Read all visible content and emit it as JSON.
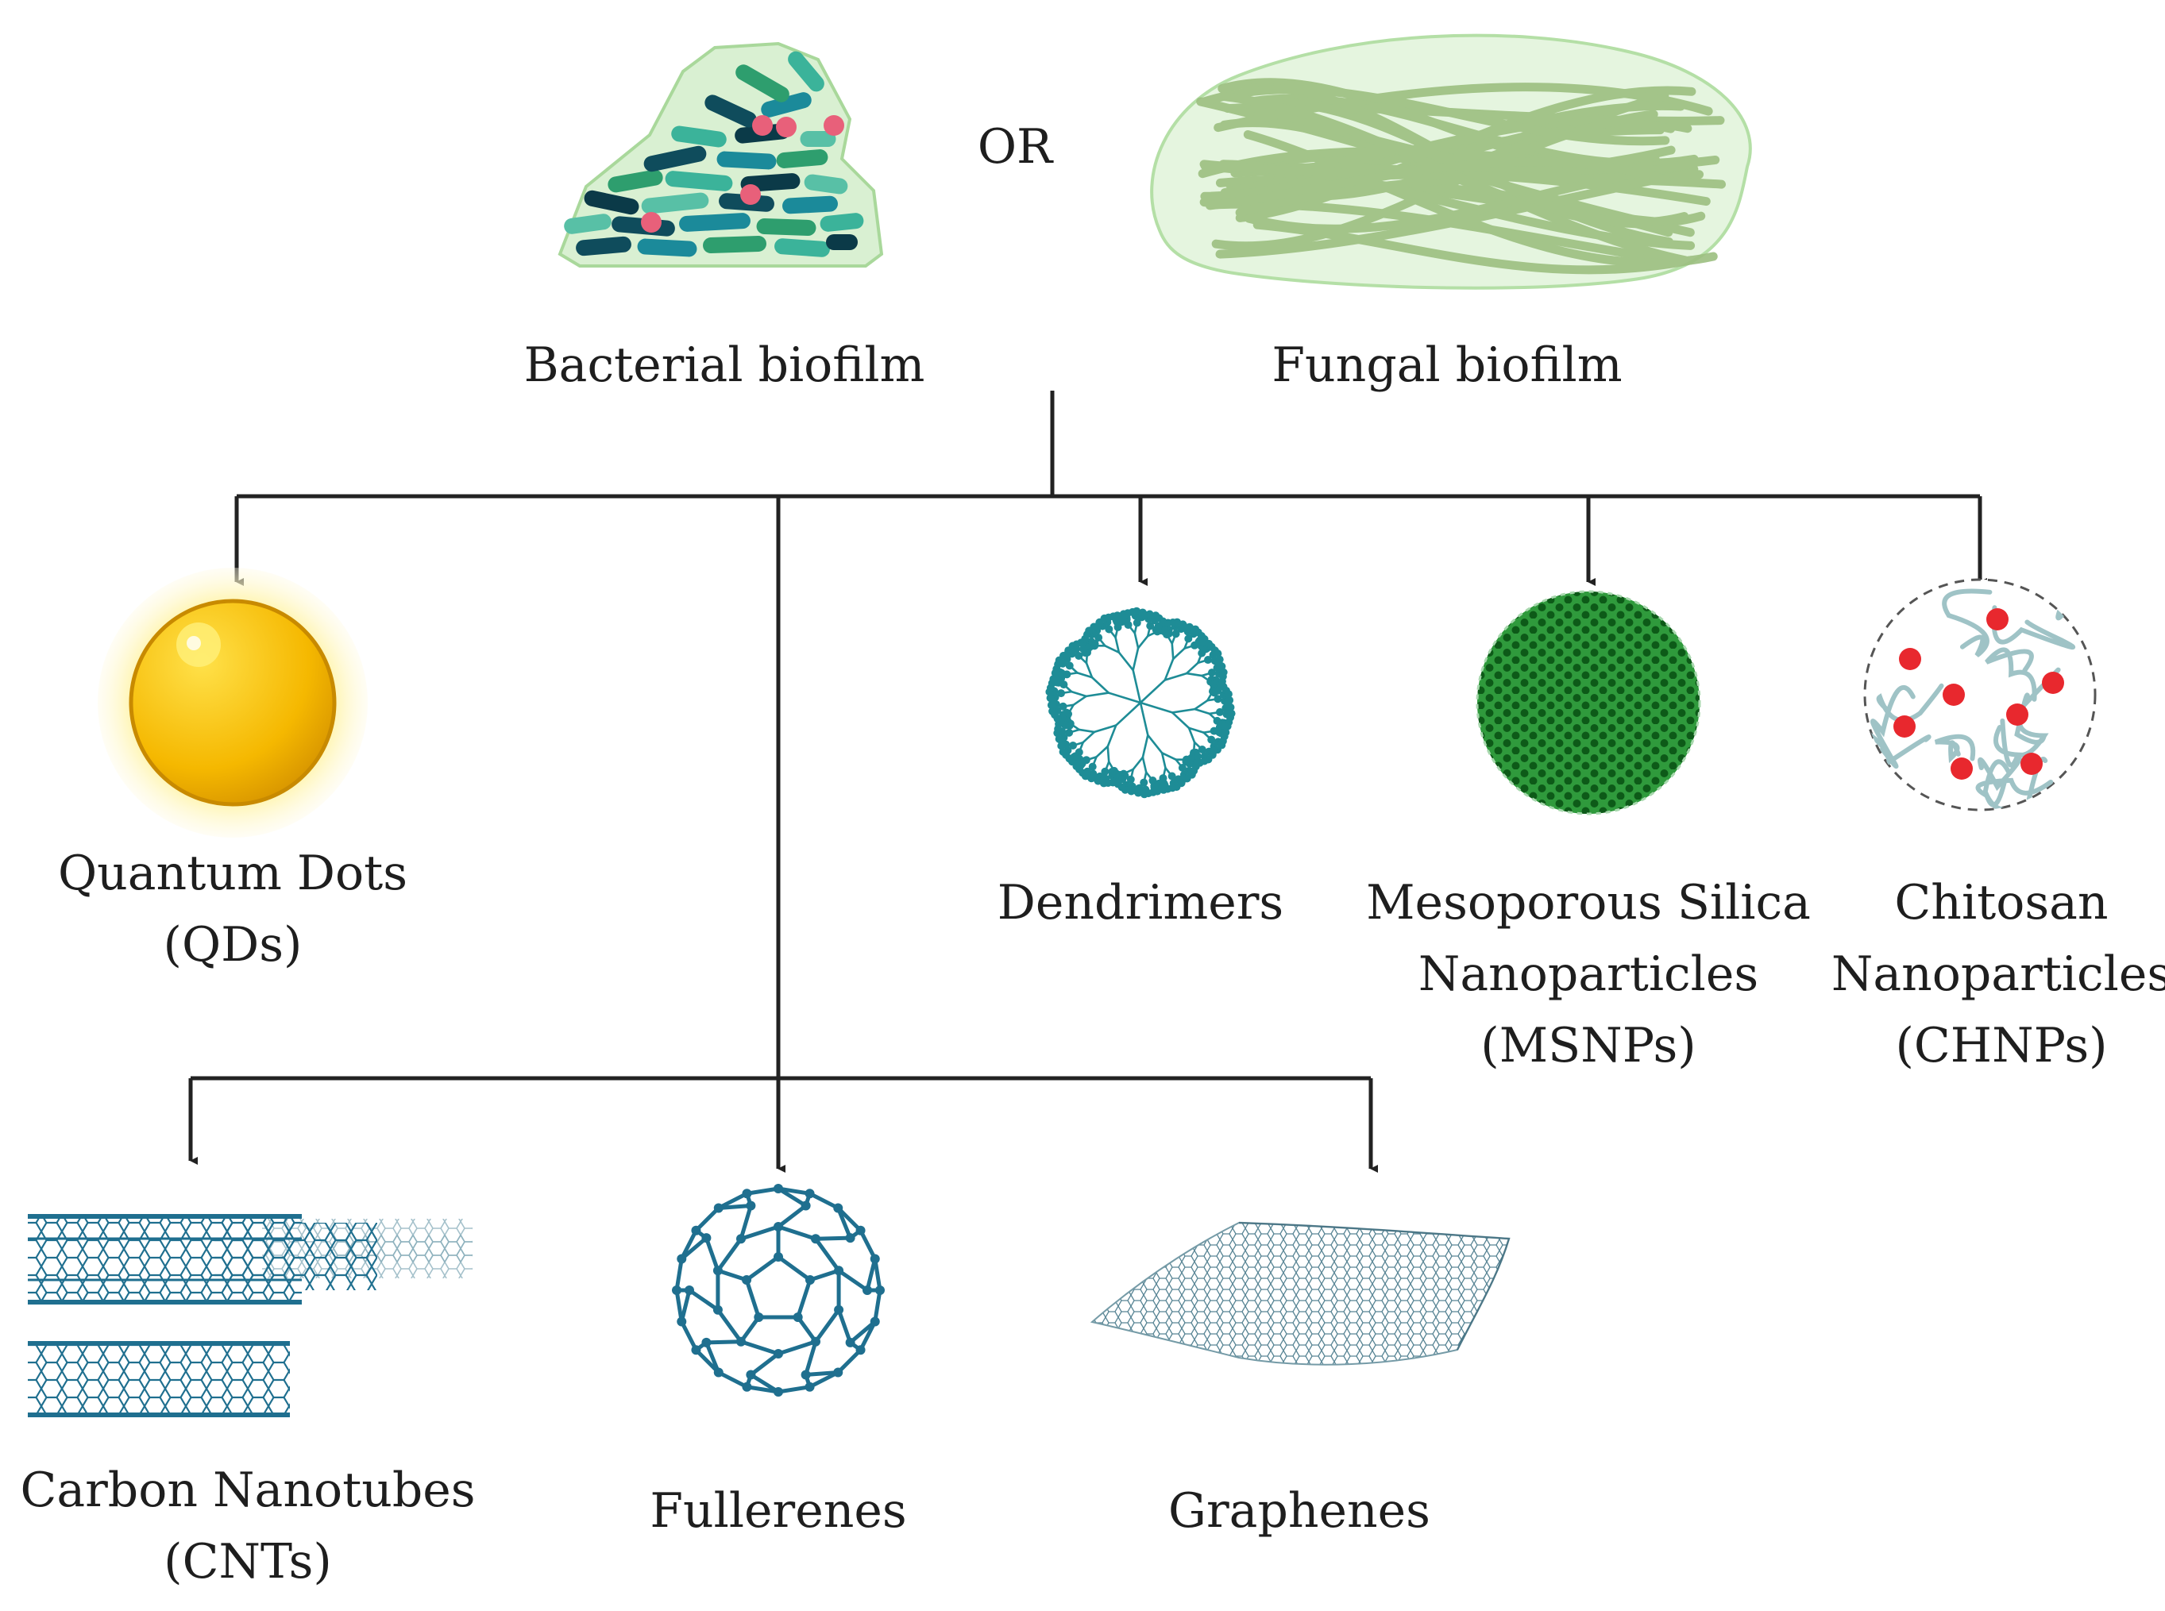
{
  "diagram": {
    "top": {
      "bacterial_label": "Bacterial biofilm",
      "or_label": "OR",
      "fungal_label": "Fungal biofilm"
    },
    "nodes": {
      "qds": [
        "Quantum Dots",
        "(QDs)"
      ],
      "dendrimers": [
        "Dendrimers"
      ],
      "msnps": [
        "Mesoporous Silica",
        "Nanoparticles",
        "(MSNPs)"
      ],
      "chnps": [
        "Chitosan",
        "Nanoparticles",
        "(CHNPs)"
      ],
      "cnts": [
        "Carbon Nanotubes",
        "(CNTs)"
      ],
      "fullerenes": [
        "Fullerenes"
      ],
      "graphenes": [
        "Graphenes"
      ]
    },
    "colors": {
      "connector": "#222222",
      "bacteria_dark": "#0f4c5c",
      "bacteria_teal": "#1b8a9a",
      "bacteria_green": "#2e9e6e",
      "bacteria_pink": "#e8607a",
      "fungal_green": "#9cbf80",
      "qd_gold": "#f5b800",
      "dendrimer_teal": "#1e8c96",
      "silica_green": "#1f8a2e",
      "chitosan_red": "#e8282e",
      "carbon_blue": "#1f6f8f"
    }
  }
}
